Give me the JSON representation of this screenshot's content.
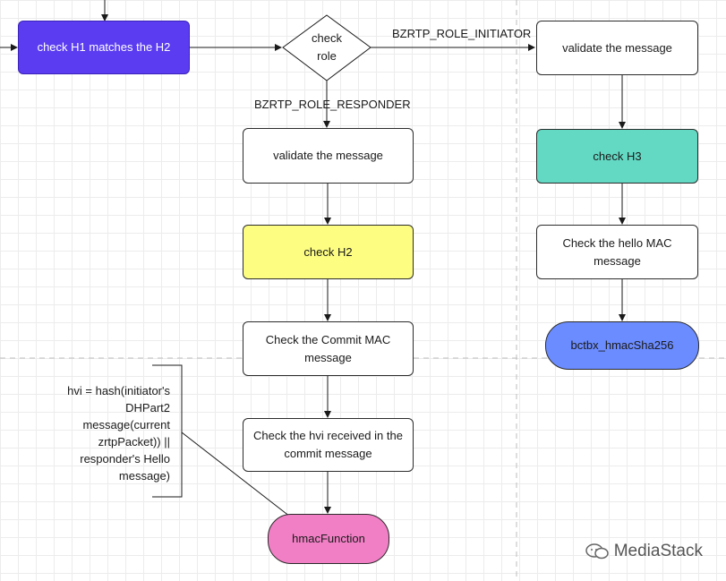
{
  "nodes": {
    "check_h1": "check H1 matches the H2",
    "decision": [
      "check",
      "role"
    ],
    "validate_responder": "validate the message",
    "check_h2": "check H2",
    "check_commit_mac": "Check the Commit MAC message",
    "check_hvi": "Check the hvi received in the commit message",
    "hmac_function": "hmacFunction",
    "validate_initiator": "validate the message",
    "check_h3": "check H3",
    "check_hello_mac": "Check the hello MAC message",
    "bctbx_hmac": "bctbx_hmacSha256"
  },
  "edge_labels": {
    "initiator": "BZRTP_ROLE_INITIATOR",
    "responder": "BZRTP_ROLE_RESPONDER"
  },
  "note": {
    "lines": [
      "hvi = hash(initiator's",
      "DHPart2",
      "message(current",
      "zrtpPacket)) ||",
      "responder's Hello",
      "message)"
    ]
  },
  "watermark": {
    "brand": "MediaStack"
  },
  "colors": {
    "purple": "#5b3cf0",
    "teal": "#63d9c4",
    "yellow": "#fdfd82",
    "pink": "#f17fc5",
    "blue": "#6b8cff"
  }
}
